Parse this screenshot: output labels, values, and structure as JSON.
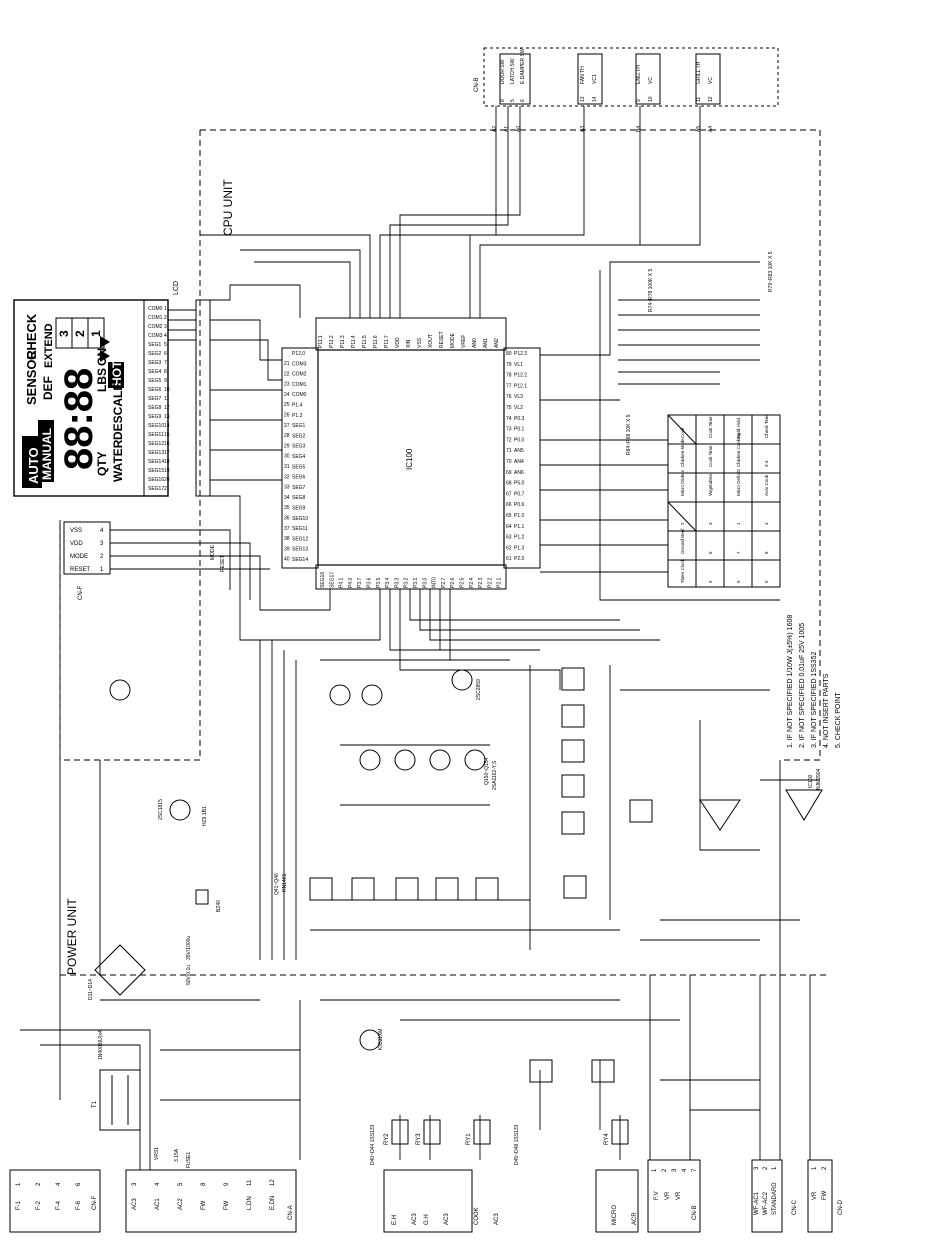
{
  "units": {
    "cpu": "CPU UNIT",
    "power": "POWER UNIT"
  },
  "lcd": {
    "caption": "LCD",
    "words": {
      "auto": "AUTO",
      "manual": "MANUAL",
      "sensor": "SENSOR",
      "check": "CHECK",
      "def": "DEF",
      "extend": "EXTEND",
      "digits": "88:88",
      "lbs": "LBS",
      "on": "ON",
      "hot": "HOT",
      "qty": "QTY",
      "water": "WATER",
      "descale": "DESCALE",
      "stage3": "3",
      "stage2": "2",
      "stage1": "1"
    },
    "pins": [
      "COM0",
      "COM1",
      "COM2",
      "COM3",
      "SEG1",
      "SEG2",
      "SEG3",
      "SEG4",
      "SEG5",
      "SEG6",
      "SEG7",
      "SEG8",
      "SEG9",
      "SEG10",
      "SEG11",
      "SEG12",
      "SEG13",
      "SEG14",
      "SEG15",
      "SEG16",
      "SEG17"
    ],
    "pin_numbers": [
      "1",
      "2",
      "3",
      "4",
      "5",
      "6",
      "7",
      "8",
      "9",
      "10",
      "11",
      "12",
      "13",
      "14",
      "15",
      "16",
      "17",
      "18",
      "19",
      "20",
      "21"
    ]
  },
  "ic": {
    "name": "IC100",
    "top_pins": [
      "P11.1",
      "P11.2",
      "P11.3",
      "P11.4",
      "P11.5",
      "P11.6",
      "P11.7",
      "VDD",
      "XIN",
      "VSS",
      "XOUT",
      "RESET",
      "MODE",
      "VREF",
      "AN0",
      "AN1",
      "AN2"
    ],
    "left_pins": [
      "P12.0",
      "COM3",
      "COM2",
      "COM1",
      "COM0",
      "P1.4",
      "P1.3",
      "SEG1",
      "SEG2",
      "SEG3",
      "SEG4",
      "SEG5",
      "SEG6",
      "SEG7",
      "SEG8",
      "SEG9",
      "SEG10",
      "SEG11",
      "SEG12",
      "SEG13",
      "SEG14"
    ],
    "left_numbers": [
      "21",
      "22",
      "23",
      "24",
      "25",
      "26",
      "27",
      "28",
      "29",
      "30",
      "31",
      "32",
      "33",
      "34",
      "35",
      "36",
      "37",
      "38",
      "39",
      "40"
    ],
    "right_pins": [
      "P12.3",
      "VL1",
      "P12.2",
      "P12.1",
      "VL3",
      "VL2",
      "P0.3",
      "P0.1",
      "P0.0",
      "AN5",
      "AN4",
      "AN6",
      "P5.0",
      "P0.7",
      "P0.6",
      "P1.0",
      "P1.1",
      "P1.2",
      "P1.3",
      "P2.0"
    ],
    "right_numbers": [
      "80",
      "79",
      "78",
      "77",
      "76",
      "75",
      "74",
      "73",
      "72",
      "71",
      "70",
      "69",
      "68",
      "67",
      "66",
      "65",
      "64",
      "63",
      "62",
      "61"
    ],
    "bottom_pins": [
      "SEG16",
      "SEG17",
      "P4.1",
      "P4.0",
      "P3.7",
      "P3.6",
      "P3.5",
      "P3.4",
      "P3.3",
      "P3.2",
      "P3.1",
      "P3.0",
      "INT0",
      "P2.7",
      "P2.6",
      "P2.5",
      "P2.4",
      "P2.3",
      "P2.2",
      "P2.1"
    ]
  },
  "top_connector": {
    "name": "CN-B",
    "labels": [
      "DOOR SW",
      "LATCH SW",
      "E.DAMPER SW",
      "FAN TH",
      "VC1",
      "ENG.TH",
      "VC",
      "GRILL TH",
      "VC"
    ],
    "numbers": [
      "8",
      "5",
      "6",
      "13",
      "14",
      "9",
      "10",
      "11",
      "12"
    ],
    "ports": [
      "A2",
      "A1",
      "A0",
      "A3",
      "B4",
      "A5",
      "A4"
    ]
  },
  "control_pins": {
    "connector": "CN-F",
    "labels": [
      "VSS",
      "VDD",
      "MODE",
      "RESET"
    ],
    "numbers": [
      "4",
      "3",
      "2",
      "1"
    ],
    "mode_label": "MODE",
    "reset_label": "RESET"
  },
  "key_matrix": {
    "cells": [
      [
        "Cook",
        "Cook Time",
        "Hold Hold",
        "Check Time"
      ],
      [
        "Chicken Mode",
        "Cook Time",
        "Chicken Cooking",
        "3-4"
      ],
      [
        "Micro Dishes",
        "Vegetables",
        "Micro Defrost",
        "Auto Cook"
      ],
      [
        "2",
        "3",
        "1",
        "4"
      ],
      [
        "Ground Beef",
        "6",
        "7",
        "8"
      ],
      [
        "Timer Clock",
        "9",
        "0",
        "5"
      ]
    ],
    "resistor_bank": "R84~R88 10K X 5",
    "resistor_bank_top": "R79~R83 10K X 5",
    "top_resistors": "R74~R78 100K X 5"
  },
  "notes": [
    "1. IF NOT SPECIFIED 1/10W J(±5%) 1608",
    "2. IF NOT SPECIFIED 0.01uF 25V 1005",
    "3. IF NOT SPECIFIED 1SS352",
    "4. NOT INSERT PARTS",
    "5. CHECK POINT"
  ],
  "drivers": {
    "relay_transistors": "Q150~Q154",
    "relay_part": "2SA1162-Y,S",
    "photo_couplers": "Q41~Q46",
    "coupler_part": "RN1401",
    "upper_part": "2SC2859",
    "buzzer": "BZ40",
    "transistor": "2SC1815",
    "ic_op": "IC100",
    "op_part": "NJM2904"
  },
  "power": {
    "bridge": "D11~D14",
    "bridge_part": "1N4003(U)x4",
    "cap_main": "35V/1000u",
    "cap_sec": "50V/0.1u",
    "fuse": "FUSE1",
    "fuse_rating": "3.15A",
    "varistor": "VRS1",
    "transformer": "T1",
    "regulator": "KIC31XM",
    "zener": "HZ9.1B1"
  },
  "relays": [
    {
      "name": "RY2",
      "load": "E.H",
      "contact": "AC3"
    },
    {
      "name": "RY3",
      "load": "G.H",
      "contact": "AC3"
    },
    {
      "name": "RY1",
      "load": "COOK",
      "contact": "AC3"
    },
    {
      "name": "RY4",
      "load": "MICRO",
      "contact": "ACR"
    }
  ],
  "relay_diodes": "D40~D44 1SS133",
  "relay_diodes_b": "D45~D48 1SS133",
  "bottom_left_connector": {
    "name": "CN-F",
    "labels": [
      "F-1",
      "F-2",
      "F-4",
      "F-6"
    ],
    "numbers": [
      "1",
      "2",
      "4",
      "6"
    ]
  },
  "bottom_main_connector": {
    "name": "CN-A",
    "labels": [
      "AC3",
      "AC1",
      "AC2",
      "FW",
      "FW",
      "L.DN",
      "E.DN"
    ],
    "numbers": [
      "3",
      "4",
      "5",
      "8",
      "9",
      "11",
      "12"
    ]
  },
  "bottom_connector_b": {
    "name": "CN-B",
    "labels": [
      "F.V",
      "VR",
      "VR"
    ],
    "numbers": [
      "1",
      "2",
      "3",
      "4",
      "7"
    ]
  },
  "bottom_connector_c": {
    "name": "CN-C",
    "labels": [
      "WF-AC1",
      "WF-AC2",
      "STANDARD"
    ],
    "numbers": [
      "3",
      "2",
      "1"
    ]
  },
  "bottom_connector_d": {
    "name": "CN-D",
    "labels": [
      "VR",
      "FW"
    ],
    "numbers": [
      "1",
      "2"
    ]
  }
}
